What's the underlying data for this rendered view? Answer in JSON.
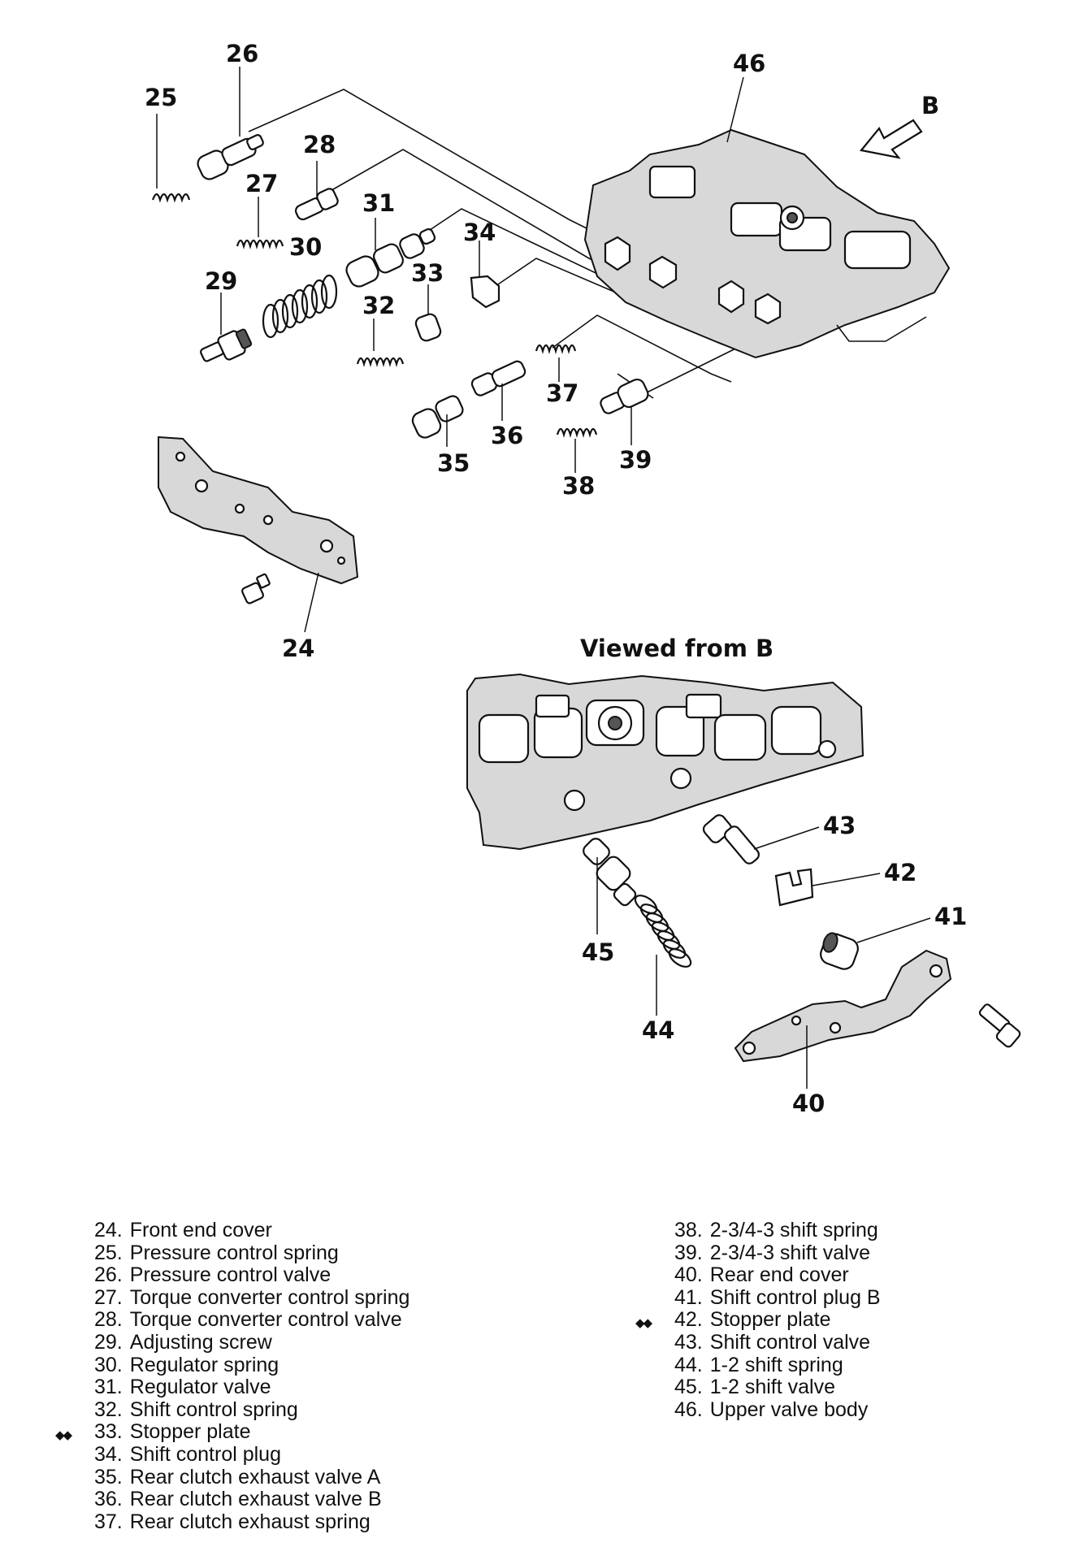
{
  "diagram": {
    "view_label": "Viewed from B",
    "direction_label": "B",
    "callouts": [
      "24",
      "25",
      "26",
      "27",
      "28",
      "29",
      "30",
      "31",
      "32",
      "33",
      "34",
      "35",
      "36",
      "37",
      "38",
      "39",
      "40",
      "41",
      "42",
      "43",
      "44",
      "45",
      "46"
    ]
  },
  "legend": {
    "left": [
      {
        "num": "24.",
        "text": "Front end cover",
        "marker": ""
      },
      {
        "num": "25.",
        "text": "Pressure control spring",
        "marker": ""
      },
      {
        "num": "26.",
        "text": "Pressure control valve",
        "marker": ""
      },
      {
        "num": "27.",
        "text": "Torque converter control spring",
        "marker": ""
      },
      {
        "num": "28.",
        "text": "Torque converter control valve",
        "marker": ""
      },
      {
        "num": "29.",
        "text": "Adjusting screw",
        "marker": ""
      },
      {
        "num": "30.",
        "text": "Regulator spring",
        "marker": ""
      },
      {
        "num": "31.",
        "text": "Regulator valve",
        "marker": ""
      },
      {
        "num": "32.",
        "text": "Shift control spring",
        "marker": ""
      },
      {
        "num": "33.",
        "text": "Stopper plate",
        "marker": "◆◆"
      },
      {
        "num": "34.",
        "text": "Shift control plug",
        "marker": ""
      },
      {
        "num": "35.",
        "text": "Rear clutch exhaust valve A",
        "marker": ""
      },
      {
        "num": "36.",
        "text": "Rear clutch exhaust valve B",
        "marker": ""
      },
      {
        "num": "37.",
        "text": "Rear clutch exhaust spring",
        "marker": ""
      }
    ],
    "right": [
      {
        "num": "38.",
        "text": "2-3/4-3 shift spring",
        "marker": ""
      },
      {
        "num": "39.",
        "text": "2-3/4-3 shift valve",
        "marker": ""
      },
      {
        "num": "40.",
        "text": "Rear end cover",
        "marker": ""
      },
      {
        "num": "41.",
        "text": "Shift control plug B",
        "marker": ""
      },
      {
        "num": "42.",
        "text": "Stopper plate",
        "marker": "◆◆"
      },
      {
        "num": "43.",
        "text": "Shift control valve",
        "marker": ""
      },
      {
        "num": "44.",
        "text": "1-2 shift spring",
        "marker": ""
      },
      {
        "num": "45.",
        "text": "1-2 shift valve",
        "marker": ""
      },
      {
        "num": "46.",
        "text": "Upper valve body",
        "marker": ""
      }
    ]
  }
}
